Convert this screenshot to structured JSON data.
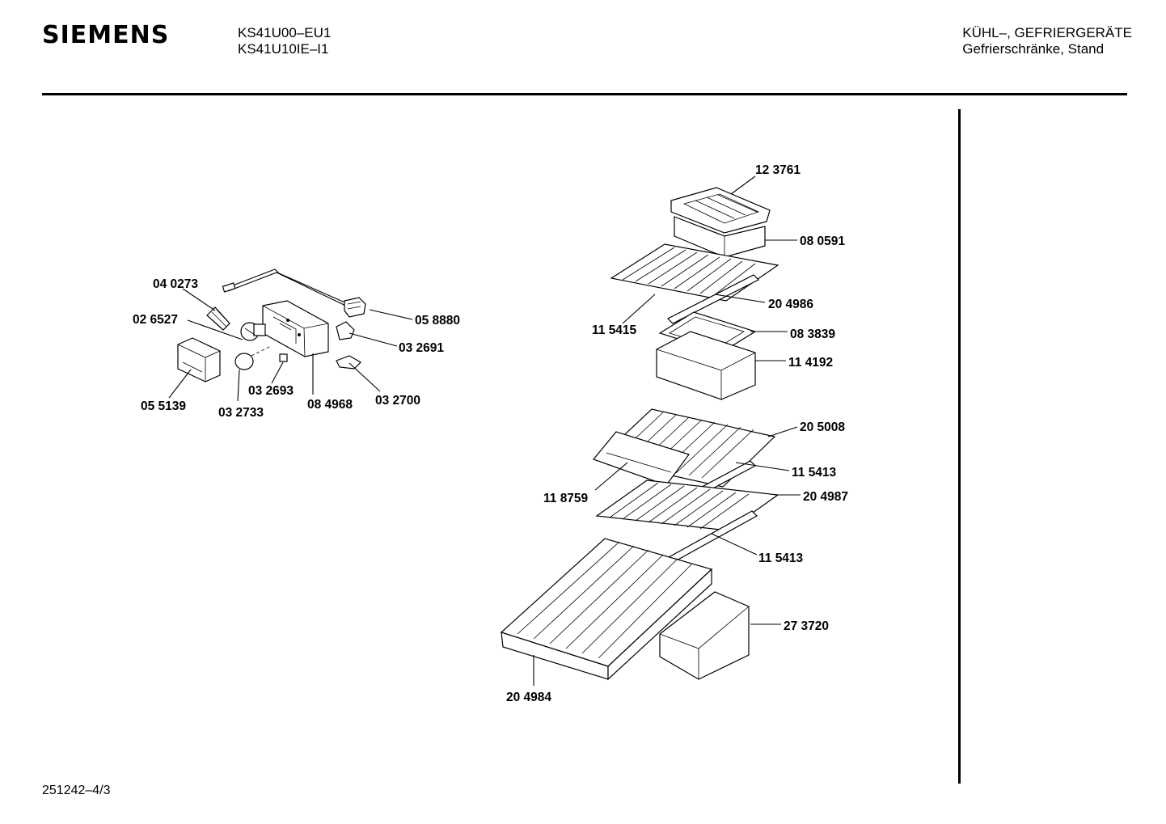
{
  "header": {
    "brand": "SIEMENS",
    "models": [
      "KS41U00–EU1",
      "KS41U10IE–I1"
    ],
    "category": [
      "KÜHL–, GEFRIERGERÄTE",
      "Gefrierschränke, Stand"
    ]
  },
  "footer": {
    "doc_number": "251242–4/3"
  },
  "part_labels": {
    "p040273": "04 0273",
    "p026527": "02 6527",
    "p055139": "05 5139",
    "p032733": "03 2733",
    "p032693": "03 2693",
    "p084968": "08 4968",
    "p032700": "03 2700",
    "p032691": "03 2691",
    "p058880": "05 8880",
    "p123761": "12 3761",
    "p080591": "08 0591",
    "p204986": "20 4986",
    "p115415": "11 5415",
    "p083839": "08 3839",
    "p114192": "11 4192",
    "p205008": "20 5008",
    "p115413a": "11 5413",
    "p118759": "11 8759",
    "p204987": "20 4987",
    "p115413b": "11 5413",
    "p273720": "27 3720",
    "p204984": "20 4984"
  }
}
